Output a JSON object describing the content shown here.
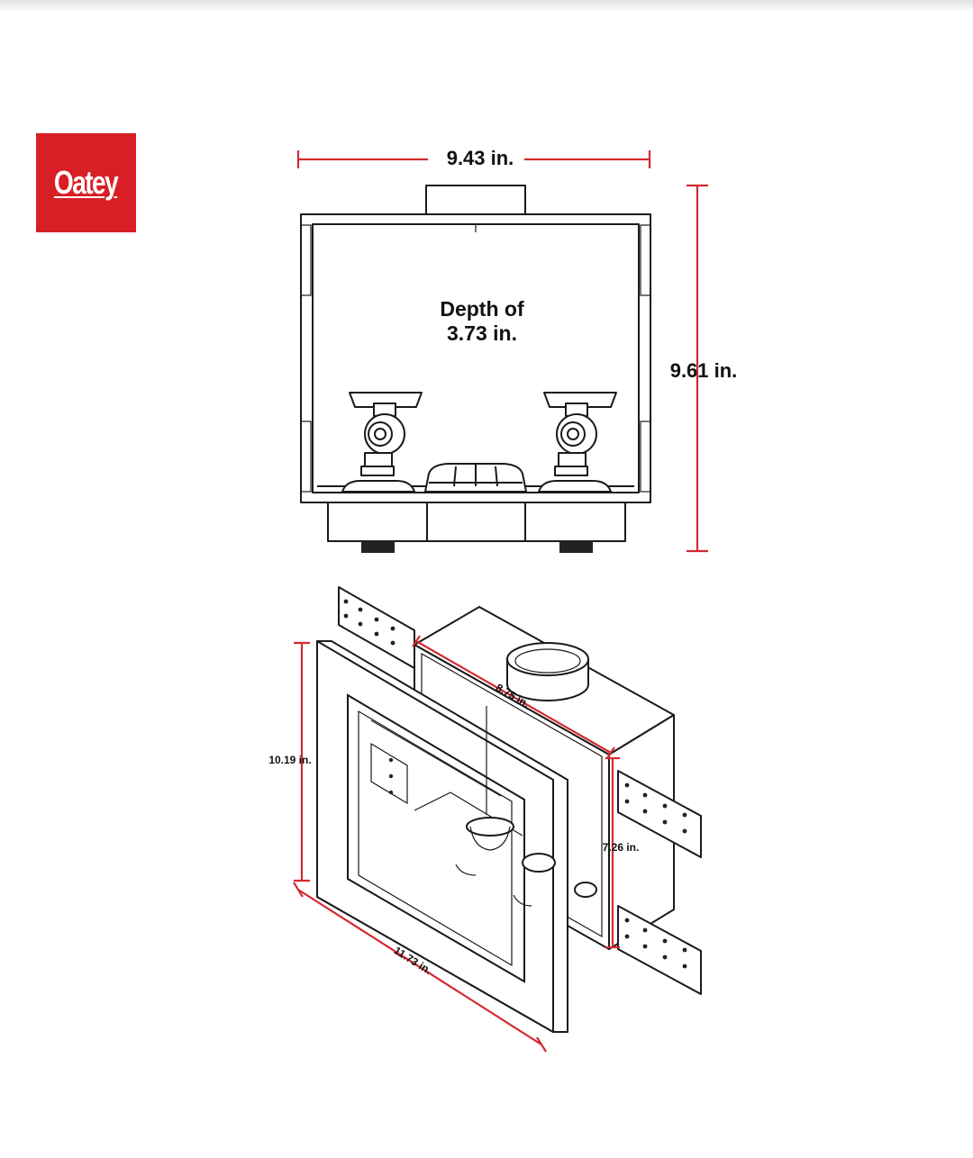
{
  "brand": {
    "name": "Oatey",
    "color": "#d81f26"
  },
  "front_view": {
    "width_label": "9.43 in.",
    "height_label": "9.61 in.",
    "depth_text_line1": "Depth of",
    "depth_text_line2": "3.73 in."
  },
  "iso_view": {
    "frame_height_label": "10.19 in.",
    "frame_width_label": "11.73 in.",
    "box_width_label": "8.75 in.",
    "box_height_label": "7.26 in."
  },
  "colors": {
    "dimension_line": "#d42a2f",
    "outline": "#1a1a1a"
  }
}
